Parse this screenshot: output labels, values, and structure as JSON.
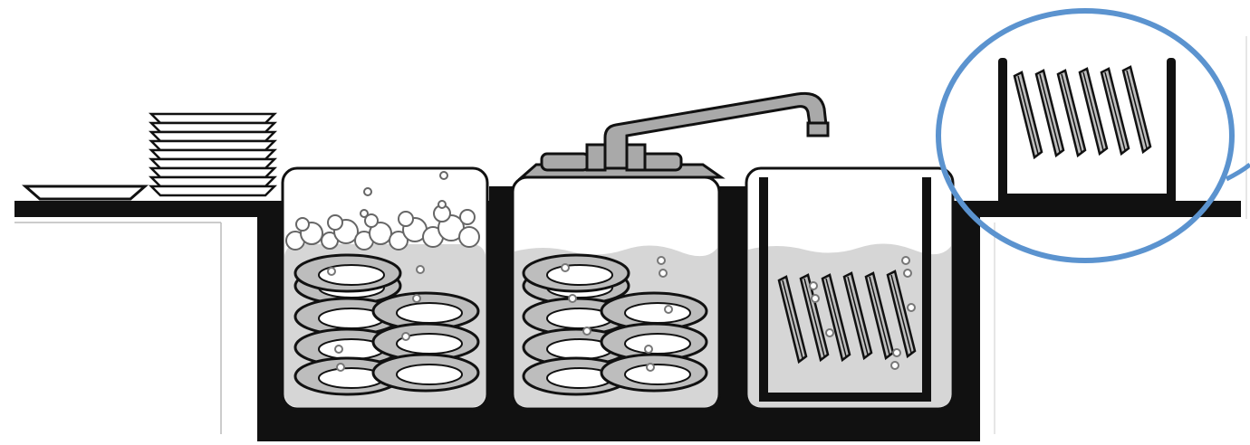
{
  "diagram": {
    "sections": [
      {
        "name": "soiled-counter",
        "plates_stacked": 9,
        "plates_loose": 1
      },
      {
        "name": "wash-sink",
        "plates_submerged": 8,
        "has_suds": true
      },
      {
        "name": "rinse-sink",
        "plates_submerged": 8,
        "has_faucet": true
      },
      {
        "name": "sanitize-sink",
        "plates_in_rack": 6
      },
      {
        "name": "air-dry-counter",
        "plates_in_rack": 6,
        "highlighted": true
      }
    ],
    "colors": {
      "ink": "#111111",
      "plate_gray": "#bdbdbd",
      "water": "#d6d6d6",
      "faucet": "#a9a9a9",
      "highlight_circle": "#5b93cf"
    }
  }
}
